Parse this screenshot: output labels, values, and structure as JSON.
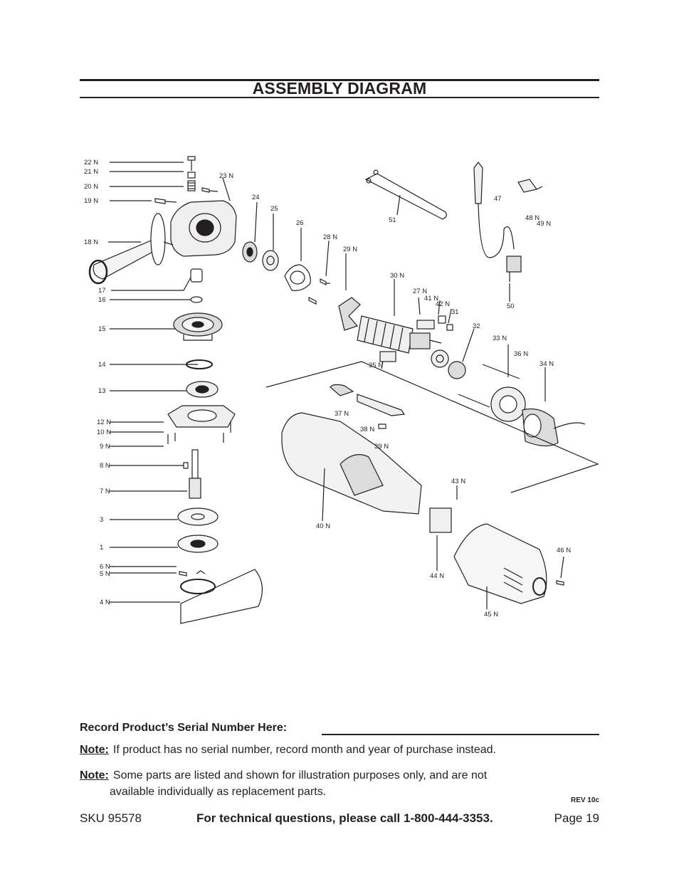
{
  "header": {
    "title": "ASSEMBLY DIAGRAM"
  },
  "diagram": {
    "part_labels": [
      "22 N",
      "21 N",
      "20 N",
      "19 N",
      "18 N",
      "17",
      "16",
      "15",
      "14",
      "13",
      "12 N",
      "10 N",
      "9 N",
      "8 N",
      "7 N",
      "3",
      "1",
      "6 N",
      "5 N",
      "4 N",
      "23 N",
      "24",
      "25",
      "26",
      "28 N",
      "29 N",
      "30 N",
      "27 N",
      "41 N",
      "42 N",
      "31",
      "32",
      "33 N",
      "36 N",
      "34 N",
      "35 N",
      "37 N",
      "38 N",
      "39 N",
      "40 N",
      "43 N",
      "44 N",
      "45 N",
      "46 N",
      "47",
      "48 N",
      "49 N",
      "50",
      "51"
    ]
  },
  "serial": {
    "label": "Record Product’s Serial Number Here:"
  },
  "notes": [
    {
      "key": "Note:",
      "text": "If product has no serial number, record month and year of purchase instead."
    },
    {
      "key": "Note:",
      "text_line1": "Some parts are listed and shown for illustration purposes only, and are not",
      "text_line2": "available individually as replacement parts."
    }
  ],
  "rev": "REV 10c",
  "footer": {
    "sku": "SKU 95578",
    "tech": "For technical questions, please call 1-800-444-3353.",
    "page": "Page 19"
  }
}
